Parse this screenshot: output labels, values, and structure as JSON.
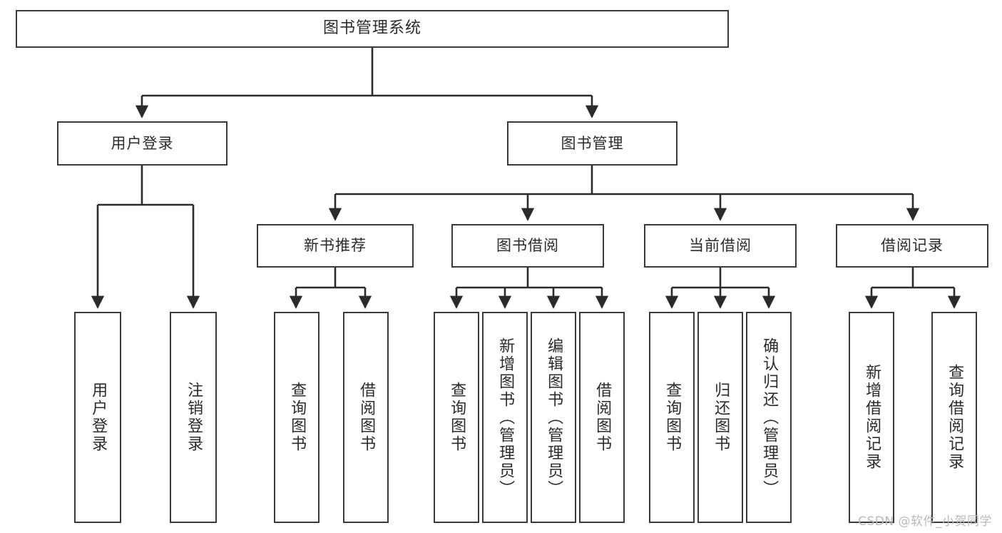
{
  "diagram": {
    "title": "图书管理系统",
    "type": "tree",
    "watermark": "CSDN @软件_小贺同学",
    "colors": {
      "box_border": "#3a3a3a",
      "box_fill": "#ffffff",
      "connector": "#2b2b2b",
      "text": "#2b2b2b",
      "watermark": "#b9b9b9"
    },
    "nodes": {
      "root": {
        "label": "图书管理系统"
      },
      "level1": [
        {
          "id": "user-login",
          "label": "用户登录"
        },
        {
          "id": "book-manage",
          "label": "图书管理"
        }
      ],
      "level2": [
        {
          "id": "new-book-rec",
          "label": "新书推荐"
        },
        {
          "id": "book-borrow",
          "label": "图书借阅"
        },
        {
          "id": "current-borrow",
          "label": "当前借阅"
        },
        {
          "id": "borrow-record",
          "label": "借阅记录"
        }
      ],
      "leaves": {
        "user-login": [
          {
            "id": "leaf-user-login",
            "label": "用户登录"
          },
          {
            "id": "leaf-logout",
            "label": "注销登录"
          }
        ],
        "new-book-rec": [
          {
            "id": "leaf-query-book-1",
            "label": "查询图书"
          },
          {
            "id": "leaf-borrow-book-1",
            "label": "借阅图书"
          }
        ],
        "book-borrow": [
          {
            "id": "leaf-query-book-2",
            "label": "查询图书"
          },
          {
            "id": "leaf-add-book",
            "label": "新增图书（管理员）"
          },
          {
            "id": "leaf-edit-book",
            "label": "编辑图书（管理员）"
          },
          {
            "id": "leaf-borrow-book-2",
            "label": "借阅图书"
          }
        ],
        "current-borrow": [
          {
            "id": "leaf-query-book-3",
            "label": "查询图书"
          },
          {
            "id": "leaf-return-book",
            "label": "归还图书"
          },
          {
            "id": "leaf-confirm-return",
            "label": "确认归还（管理员）"
          }
        ],
        "borrow-record": [
          {
            "id": "leaf-add-record",
            "label": "新增借阅记录"
          },
          {
            "id": "leaf-query-record",
            "label": "查询借阅记录"
          }
        ]
      }
    }
  }
}
